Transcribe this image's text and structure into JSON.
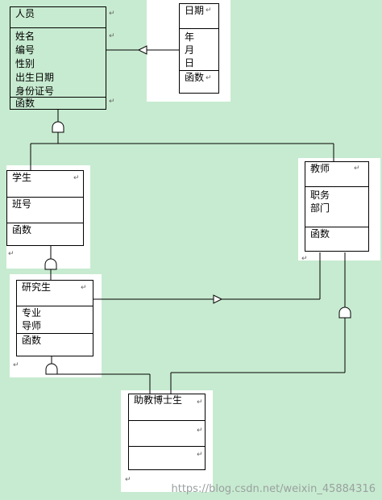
{
  "classes": {
    "person": {
      "title": "人员",
      "attributes": [
        "姓名",
        "编号",
        "性别",
        "出生日期",
        "身份证号"
      ],
      "methods": [
        "函数"
      ]
    },
    "date": {
      "title": "日期",
      "attributes": [
        "年",
        "月",
        "日"
      ],
      "methods": [
        "函数"
      ]
    },
    "student": {
      "title": "学生",
      "attributes": [
        "班号"
      ],
      "methods": [
        "函数"
      ]
    },
    "teacher": {
      "title": "教师",
      "attributes": [
        "职务",
        "部门"
      ],
      "methods": [
        "函数"
      ]
    },
    "graduate": {
      "title": "研究生",
      "attributes": [
        "专业",
        "导师"
      ],
      "methods": [
        "函数"
      ]
    },
    "assistant": {
      "title": "助教博士生",
      "attributes": [],
      "methods": []
    }
  },
  "paragraph_mark": "↵",
  "watermark": "https://blog.csdn.net/weixin_45884316"
}
